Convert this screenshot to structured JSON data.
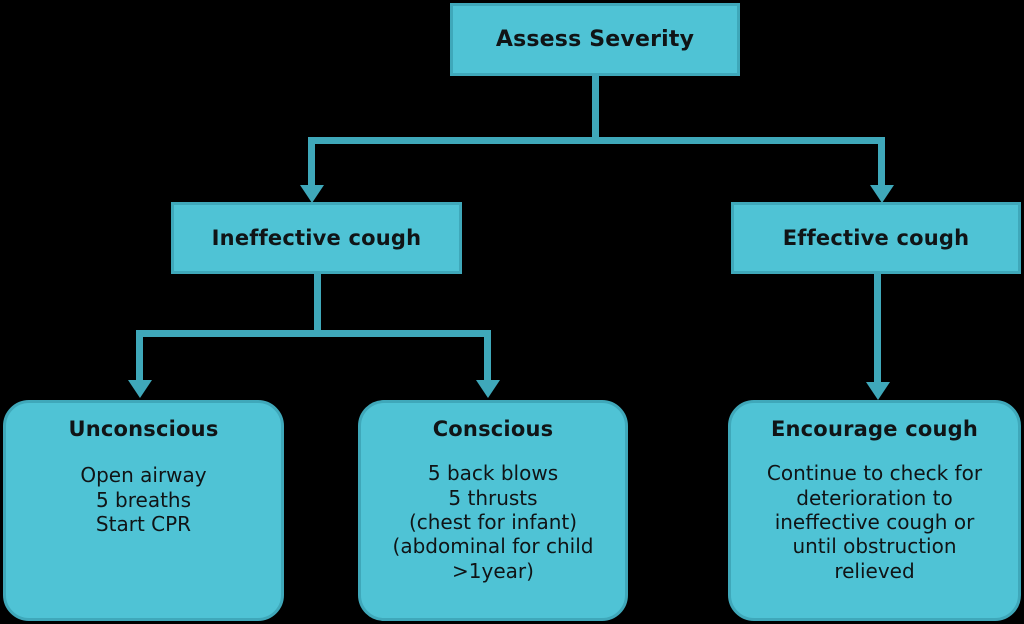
{
  "diagram": {
    "title_hidden": "",
    "theme": {
      "background": "#000000",
      "node_fill": "#4FC3D5",
      "node_border": "#3FA8BA",
      "connector": "#3FA8BA",
      "text": "#101416"
    },
    "nodes": {
      "assess_severity": {
        "title": "Assess Severity",
        "body": ""
      },
      "ineffective_cough": {
        "title": "Ineffective cough",
        "body": ""
      },
      "effective_cough": {
        "title": "Effective cough",
        "body": ""
      },
      "unconscious": {
        "title": "Unconscious",
        "body": "Open airway\n5 breaths\nStart CPR"
      },
      "conscious": {
        "title": "Conscious",
        "body": "5 back blows\n5 thrusts\n(chest for infant)\n(abdominal for child\n>1year)"
      },
      "encourage_cough": {
        "title": "Encourage cough",
        "body": "Continue to check for\ndeterioration to\nineffective cough or\nuntil obstruction\nrelieved"
      }
    },
    "edges": [
      {
        "from": "assess_severity",
        "to": "ineffective_cough",
        "label": ""
      },
      {
        "from": "assess_severity",
        "to": "effective_cough",
        "label": ""
      },
      {
        "from": "ineffective_cough",
        "to": "unconscious",
        "label": ""
      },
      {
        "from": "ineffective_cough",
        "to": "conscious",
        "label": ""
      },
      {
        "from": "effective_cough",
        "to": "encourage_cough",
        "label": ""
      }
    ]
  }
}
